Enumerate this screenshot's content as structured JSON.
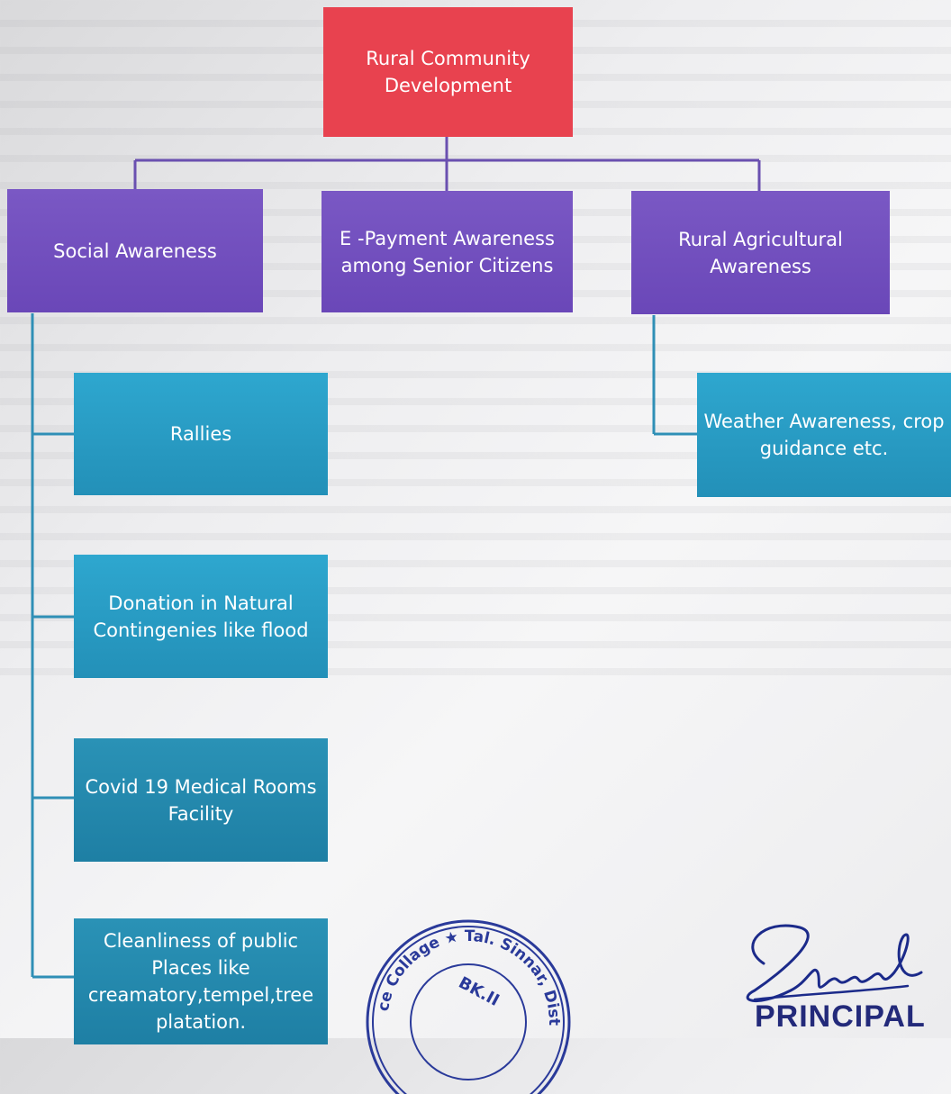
{
  "diagram": {
    "root": "Rural Community Development",
    "level1": [
      "Social Awareness",
      "E -Payment Awareness among Senior Citizens",
      "Rural Agricultural Awareness"
    ],
    "social_children": [
      "Rallies",
      "Donation in Natural Contingenies like flood",
      "Covid 19 Medical Rooms Facility",
      "Cleanliness of public Places like creamatory,tempel,tree platation."
    ],
    "agri_children": [
      "Weather Awareness, crop guidance etc."
    ]
  },
  "signature": {
    "title": "PRINCIPAL"
  },
  "stamp": {
    "text": "ce Collage ★ Tal. Sinnar, Dist. Nashik BK.II"
  },
  "colors": {
    "root": "#e8424f",
    "level1": "#6a47b8",
    "children": "#2a9cc4",
    "connector": "#6a50b0",
    "connector_teal": "#2f8fb6"
  }
}
